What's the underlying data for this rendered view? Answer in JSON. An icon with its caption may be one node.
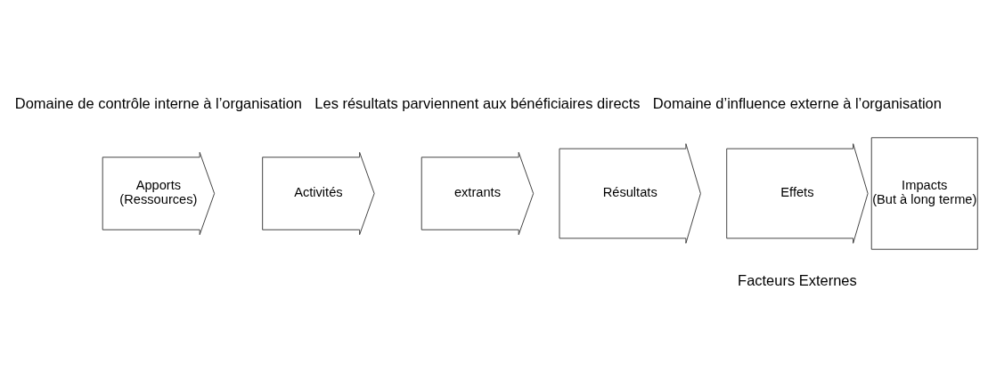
{
  "diagram": {
    "nodes": [
      {
        "text": [
          "Apports",
          "(Ressources)"
        ]
      },
      {
        "text": [
          "Activités"
        ]
      },
      {
        "text": [
          "extrants"
        ]
      },
      {
        "text": [
          "Résultats"
        ]
      },
      {
        "text": [
          "Effets"
        ]
      },
      {
        "text": [
          "Impacts",
          "(But à long terme)"
        ]
      }
    ],
    "labels": [
      "Domaine de contrôle interne à l’organisation",
      "Les résultats parviennent aux bénéficiaires directs",
      "Domaine d’influence externe à l’organisation",
      "Facteurs Externes"
    ]
  }
}
